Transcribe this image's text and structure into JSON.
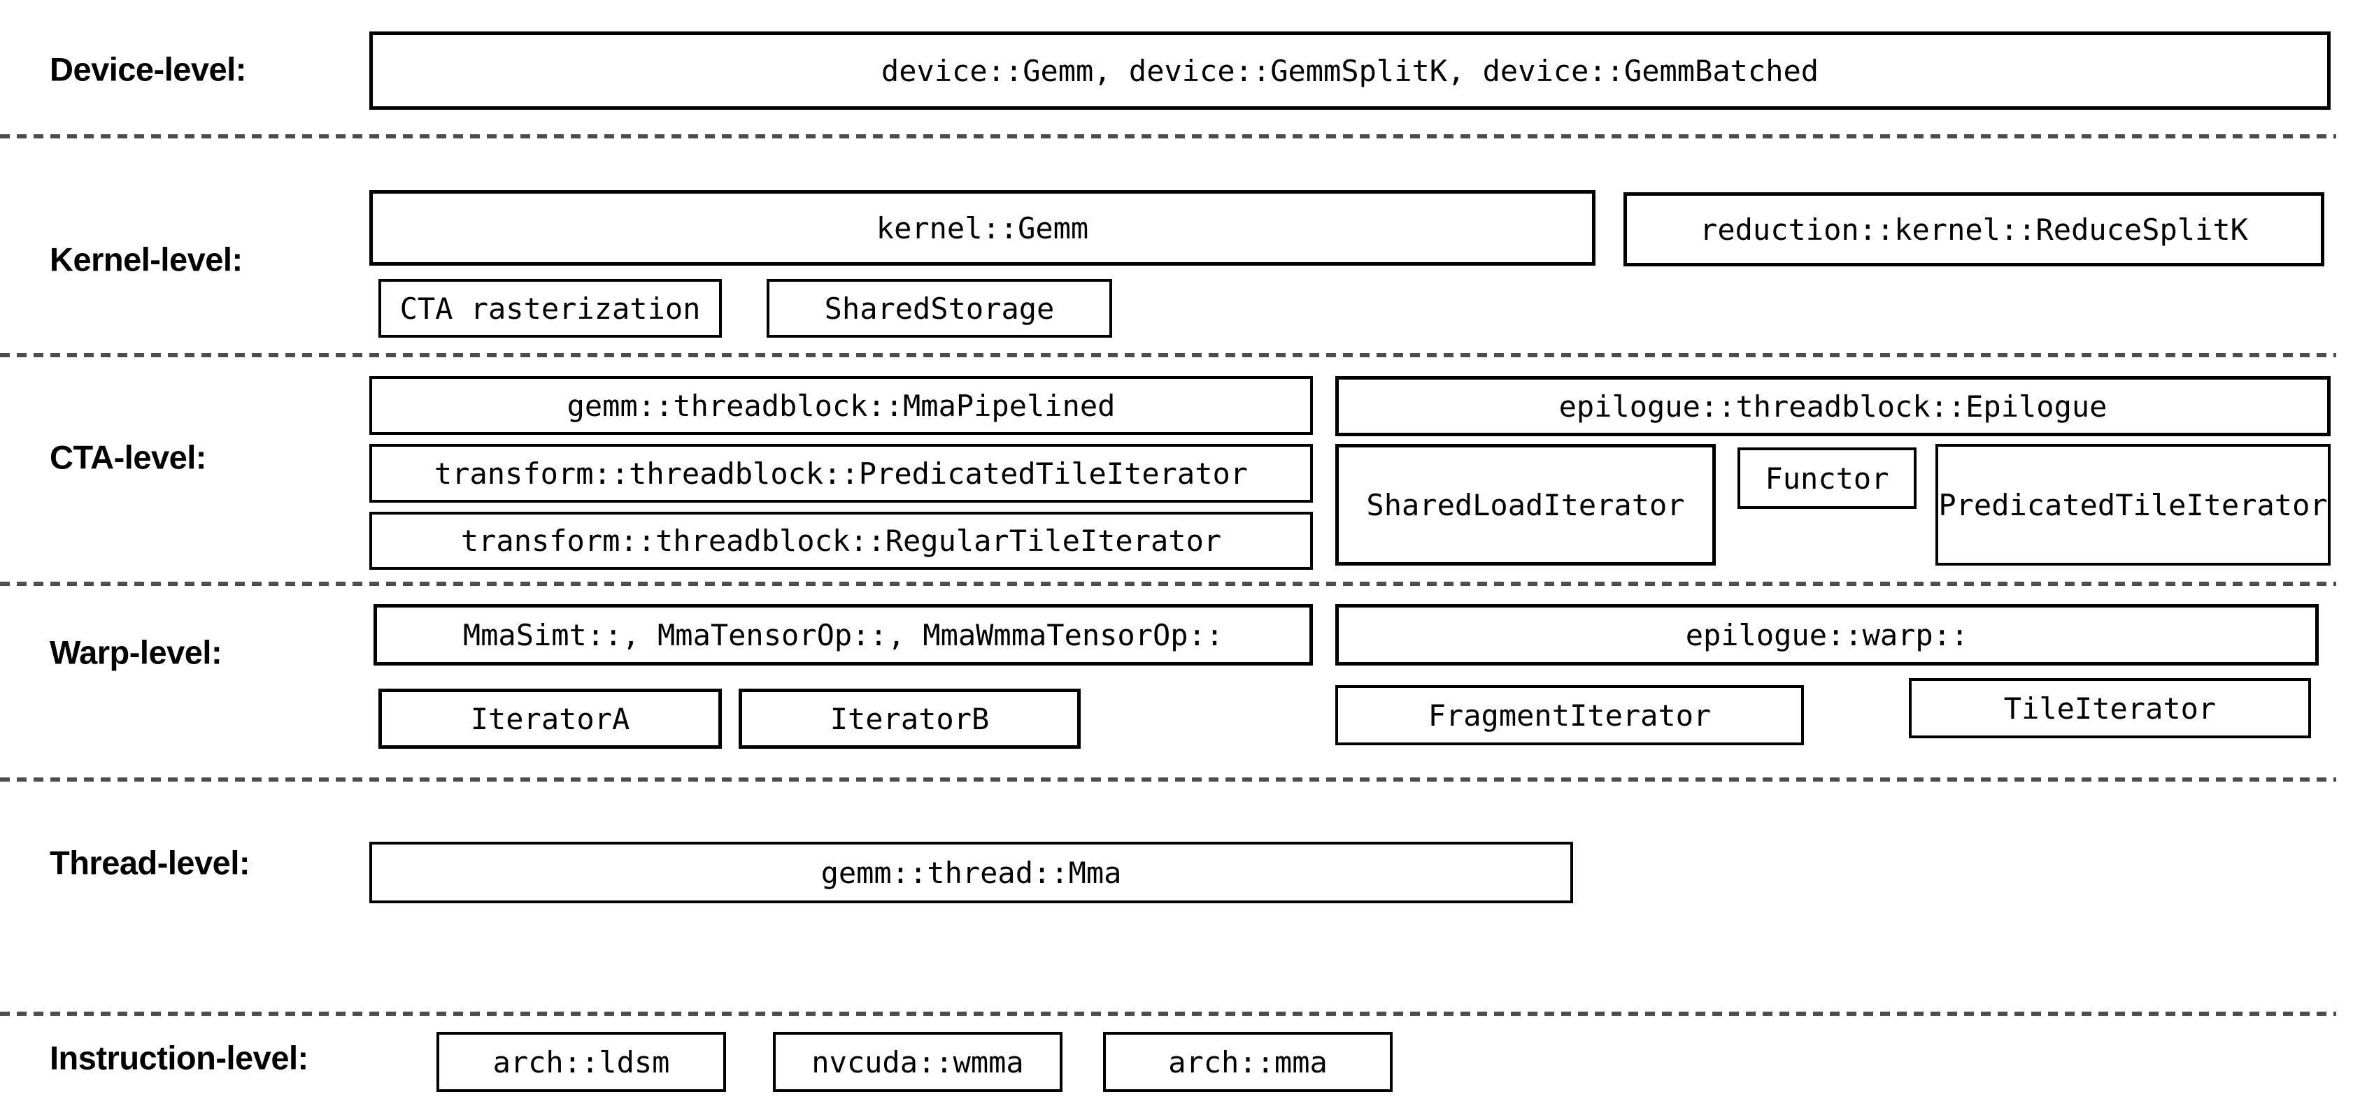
{
  "colors": {
    "background": "#ffffff",
    "box_border": "#000000",
    "text": "#000000",
    "separator": "#4d4d4d"
  },
  "rows": {
    "device": {
      "label": "Device-level:",
      "boxes": {
        "main": "device::Gemm, device::GemmSplitK, device::GemmBatched"
      }
    },
    "kernel": {
      "label": "Kernel-level:",
      "boxes": {
        "kernel_gemm": "kernel::Gemm",
        "reduce_splitk": "reduction::kernel::ReduceSplitK",
        "cta_rasterization": "CTA rasterization",
        "shared_storage": "SharedStorage"
      }
    },
    "cta": {
      "label": "CTA-level:",
      "boxes": {
        "mma_pipelined": "gemm::threadblock::MmaPipelined",
        "epilogue": "epilogue::threadblock::Epilogue",
        "predicated_tile_iterator": "transform::threadblock::PredicatedTileIterator",
        "shared_load_iterator": "SharedLoadIterator",
        "functor": "Functor",
        "epilogue_predicated_tile_iterator": "PredicatedTileIterator",
        "regular_tile_iterator": "transform::threadblock::RegularTileIterator"
      }
    },
    "warp": {
      "label": "Warp-level:",
      "boxes": {
        "mma": "MmaSimt::, MmaTensorOp::, MmaWmmaTensorOp::",
        "epilogue_warp": "epilogue::warp::",
        "iterator_a": "IteratorA",
        "iterator_b": "IteratorB",
        "fragment_iterator": "FragmentIterator",
        "tile_iterator": "TileIterator"
      }
    },
    "thread": {
      "label": "Thread-level:",
      "boxes": {
        "mma": "gemm::thread::Mma"
      }
    },
    "instruction": {
      "label": "Instruction-level:",
      "boxes": {
        "arch_ldsm": "arch::ldsm",
        "nvcuda_wmma": "nvcuda::wmma",
        "arch_mma": "arch::mma"
      }
    }
  }
}
